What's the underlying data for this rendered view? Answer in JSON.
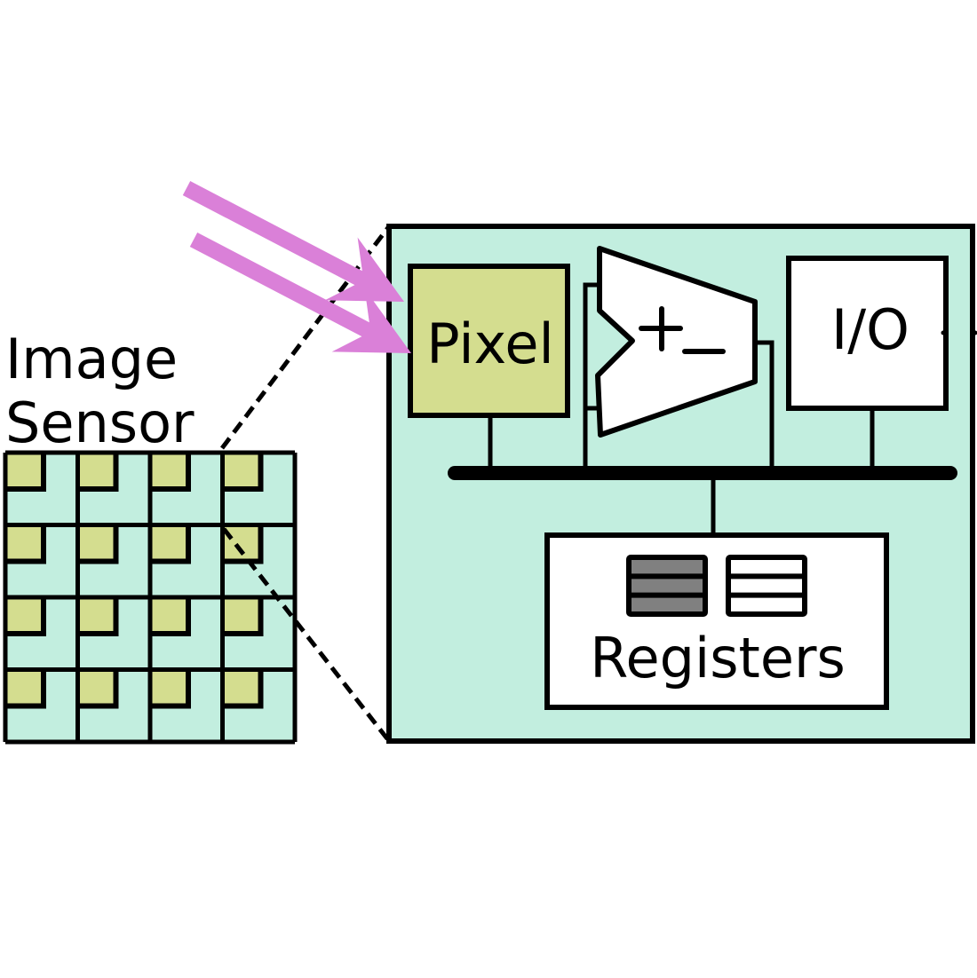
{
  "labels": {
    "image_sensor_line1": "Image",
    "image_sensor_line2": "Sensor",
    "pixel": "Pixel",
    "comparator": "+_",
    "comparator_plus": "+",
    "comparator_minus": "_",
    "io": "I/O",
    "registers": "Registers"
  },
  "sensor_grid": {
    "rows": 4,
    "cols": 4
  },
  "register_rows": 3,
  "colors": {
    "teal": "#c2eedf",
    "pixel_olive": "#d4dd8f",
    "light_arrow": "#da80d8",
    "register_dark": "#808080",
    "stroke": "#000000",
    "white": "#ffffff"
  },
  "light_arrows": 2
}
